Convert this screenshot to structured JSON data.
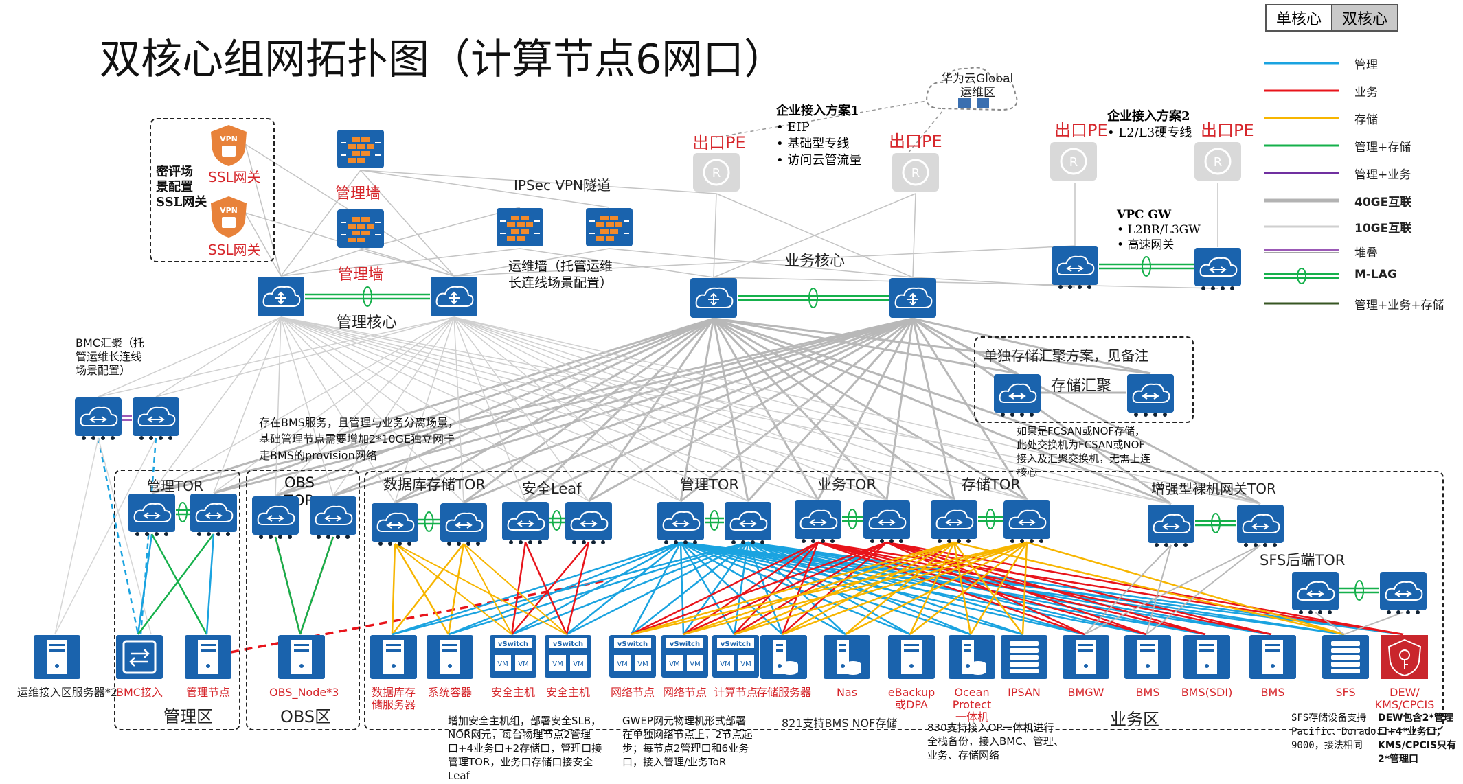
{
  "title": "双核心组网拓扑图（计算节点6网口）",
  "tabs": [
    "单核心",
    "双核心"
  ],
  "legend": [
    {
      "label": "管理",
      "color": "#1aa3e0"
    },
    {
      "label": "业务",
      "color": "#e8141b"
    },
    {
      "label": "存储",
      "color": "#f7b500"
    },
    {
      "label": "管理+存储",
      "color": "#15b04b"
    },
    {
      "label": "管理+业务",
      "color": "#7030a0"
    },
    {
      "label": "40GE互联",
      "color": "#b3b3b3"
    },
    {
      "label": "10GE互联",
      "color": "#cfcfcf"
    },
    {
      "label": "堆叠",
      "color": "#9b59b6"
    },
    {
      "label": "M-LAG",
      "color": "#15b04b"
    },
    {
      "label": "管理+业务+存储",
      "color": "#375623"
    }
  ],
  "cloud": {
    "line1": "华为云Global",
    "line2": "运维区"
  },
  "access1": {
    "title": "企业接入方案1",
    "items": [
      "EIP",
      "基础型专线",
      "访问云管流量"
    ]
  },
  "access2": {
    "title": "企业接入方案2",
    "items": [
      "L2/L3硬专线"
    ]
  },
  "pe": "出口PE",
  "vpc": {
    "title": "VPC GW",
    "items": [
      "L2BR/L3GW",
      "高速网关"
    ]
  },
  "ssl_box": {
    "side": "密评场\n景配置\nSSL网关",
    "gw1": "SSL网关",
    "gw2": "SSL网关"
  },
  "fw": {
    "mgmt1": "管理墙",
    "mgmt2": "管理墙",
    "ipsec": "IPSec VPN隧道",
    "ops": "运维墙（托管运维\n长连线场景配置）"
  },
  "cores": {
    "mgmt": "管理核心",
    "biz": "业务核心"
  },
  "bmc_agg": "BMC汇聚（托\n管运维长连线\n场景配置）",
  "storage_agg": {
    "box": "单独存储汇聚方案，见备注",
    "label": "存储汇聚"
  },
  "notes": {
    "bms": "存在BMS服务，且管理与业务分离场景，\n基础管理节点需要增加2*10GE独立网卡\n走BMS的provision网络",
    "fcsan": "如果是FCSAN或NOF存储，\n此处交换机为FCSAN或NOF\n接入及汇聚交换机，无需上连\n核心",
    "security": "增加安全主机组，部署安全SLB，\nNOR网元，每台物理节点2管理\n口+4业务口+2存储口，管理口接\n管理TOR，业务口存储口接安全\nLeaf",
    "gwep": "GWEP网元物理机形式部署\n在单独网络节点上，2节点起\n步；每节点2管理口和6业务\n口，接入管理/业务ToR",
    "nof821": "821支持BMS NOF存储",
    "op830": "830支持接入OP一体机进行\n全栈备份，接入BMC、管理、\n业务、存储网络",
    "sfs": "SFS存储设备支持\nPacific、Dorado、\n9000，接法相同",
    "dew": "DEW包含2*管理\n口+4*业务口；\nKMS/CPCIS只有\n2*管理口"
  },
  "tors": {
    "mgmt_tor": "管理TOR",
    "obs_tor": "OBS\nTOR",
    "db_tor": "数据库存储TOR",
    "sec_leaf": "安全Leaf",
    "mgmt_tor2": "管理TOR",
    "biz_tor": "业务TOR",
    "stor_tor": "存储TOR",
    "bm_tor": "增强型裸机网关TOR",
    "sfs_tor": "SFS后端TOR"
  },
  "zones": {
    "mgmt": "管理区",
    "obs": "OBS区",
    "biz": "业务区"
  },
  "servers": [
    {
      "label": "运维接入区服务器*2",
      "kind": "server"
    },
    {
      "label": "BMC接入",
      "kind": "bmc"
    },
    {
      "label": "管理节点",
      "kind": "server"
    },
    {
      "label": "OBS_Node*3",
      "kind": "server"
    },
    {
      "label": "数据库存\n储服务器",
      "kind": "server"
    },
    {
      "label": "系统容器",
      "kind": "server"
    },
    {
      "label": "安全主机",
      "kind": "vswitch"
    },
    {
      "label": "安全主机",
      "kind": "vswitch"
    },
    {
      "label": "网络节点",
      "kind": "vswitch"
    },
    {
      "label": "网络节点",
      "kind": "vswitch"
    },
    {
      "label": "计算节点",
      "kind": "vswitch"
    },
    {
      "label": "存储服务器",
      "kind": "storage"
    },
    {
      "label": "Nas",
      "kind": "nas"
    },
    {
      "label": "eBackup\n或DPA",
      "kind": "server"
    },
    {
      "label": "Ocean\nProtect\n一体机",
      "kind": "storage"
    },
    {
      "label": "IPSAN",
      "kind": "ipsan"
    },
    {
      "label": "BMGW",
      "kind": "server"
    },
    {
      "label": "BMS",
      "kind": "server"
    },
    {
      "label": "BMS(SDI)",
      "kind": "server"
    },
    {
      "label": "BMS",
      "kind": "server"
    },
    {
      "label": "SFS",
      "kind": "ipsan"
    },
    {
      "label": "DEW/\nKMS/CPCIS",
      "kind": "dew"
    }
  ],
  "vswitch": {
    "label": "vSwitch",
    "vm": "VM"
  },
  "vpn_badge": "VPN"
}
